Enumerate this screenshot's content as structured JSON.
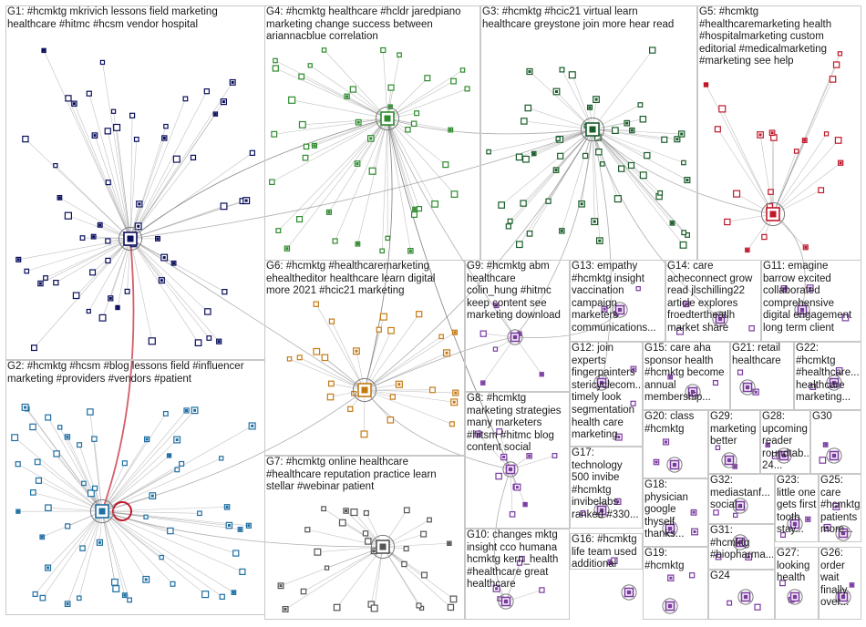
{
  "groups": [
    {
      "id": "G1",
      "label": "G1: #hcmktg mkrivich lessons field marketing\nhealthcare #hitmc #hcsm vendor hospital"
    },
    {
      "id": "G4",
      "label": "G4: #hcmktg healthcare #hcldr jaredpiano\nmarketing change success between\nariannacblue correlation"
    },
    {
      "id": "G3",
      "label": "G3: #hcmktg #hcic21 virtual learn\nhealthcare greystone join more hear read"
    },
    {
      "id": "G5",
      "label": "G5: #hcmktg\n#healthcaremarketing health\n#hospitalmarketing custom\neditorial #medicalmarketing\n#marketing see help"
    },
    {
      "id": "G6",
      "label": "G6: #hcmktg #healthcaremarketing\nehealtheditor healthcare learn digital\nmore 2021 #hcic21 marketing"
    },
    {
      "id": "G9",
      "label": "G9: #hcmktg abm\nhealthcare\ncolin_hung #hitmc\nkeep content see\nmarketing download"
    },
    {
      "id": "G13",
      "label": "G13: empathy\n#hcmktg insight\nvaccination\ncampaign\nmarketers\ncommunications..."
    },
    {
      "id": "G14",
      "label": "G14: care\nacheconnect grow\nread jlschilling22\narticle explores\nfroedtertheatlh\nmarket share"
    },
    {
      "id": "G11",
      "label": "G11: emagine\nbarrow excited\ncollaborated\ncomprehensive\ndigital engagement\nlong term client"
    },
    {
      "id": "G2",
      "label": "G2: #hcmktg #hcsm #blog lessons field #influencer\nmarketing #providers #vendors #patient"
    },
    {
      "id": "G12",
      "label": "G12: join\nexperts\nfingerpainters\nstericyclecom...\ntimely look\nsegmentation\nhealth care\nmarketing"
    },
    {
      "id": "G15",
      "label": "G15: care aha\nsponsor health\n#hcmktg become\nannual\nmembership..."
    },
    {
      "id": "G21",
      "label": "G21: retail\nhealthcare"
    },
    {
      "id": "G22",
      "label": "G22:\n#hcmktg\n#healthcare...\nhealthcare\nmarketing..."
    },
    {
      "id": "G8",
      "label": "G8: #hcmktg\nmarketing strategies\nmany marketers\n#hitsm #hitmc blog\ncontent social"
    },
    {
      "id": "G20",
      "label": "G20: class\n#hcmktg"
    },
    {
      "id": "G29",
      "label": "G29:\nmarketing\nbetter"
    },
    {
      "id": "G28",
      "label": "G28:\nupcoming\nreader\nroundtab...\n24..."
    },
    {
      "id": "G30",
      "label": "G30"
    },
    {
      "id": "G17",
      "label": "G17:\ntechnology\n500 invibe\n#hcmktg\ninvibelabs\nranked #330..."
    },
    {
      "id": "G7",
      "label": "G7: #hcmktg online healthcare\n#healthcare reputation practice learn\nstellar #webinar patient"
    },
    {
      "id": "G18",
      "label": "G18:\nphysician\ngoogle\nthyself\nthanks..."
    },
    {
      "id": "G32",
      "label": "G32:\nmediastanf...\nsocial..."
    },
    {
      "id": "G23",
      "label": "G23:\nlittle one\ngets first\ntooth\nstay..."
    },
    {
      "id": "G25",
      "label": "G25:\ncare\n#hcmktg\npatients\nmore..."
    },
    {
      "id": "G31",
      "label": "G31:\n#hcmktg\n#biopharma..."
    },
    {
      "id": "G10",
      "label": "G10: changes mktg\ninsight cco humana\nhcmktg kern_health\n#healthcare great\nhealthcare"
    },
    {
      "id": "G16",
      "label": "G16: #hcmktg\nlife team used\nadditional"
    },
    {
      "id": "G19",
      "label": "G19:\n#hcmktg"
    },
    {
      "id": "G24",
      "label": "G24"
    },
    {
      "id": "G27",
      "label": "G27:\nlooking\nhealth"
    },
    {
      "id": "G26",
      "label": "G26:\norder\nwait\nfinally\nover..."
    }
  ],
  "colors": {
    "G1": "#0a0f5c",
    "G2": "#1f6fa3",
    "G3": "#1a5c2a",
    "G4": "#2d8a2d",
    "G5": "#c0182a",
    "G6": "#c47a14",
    "G7": "#555555",
    "misc": "#7a3aa0",
    "edge": "#8c8c8c",
    "edge_dark": "#4a4a4a",
    "edge_red": "#c0182a",
    "box_border": "#c8c8c8"
  }
}
